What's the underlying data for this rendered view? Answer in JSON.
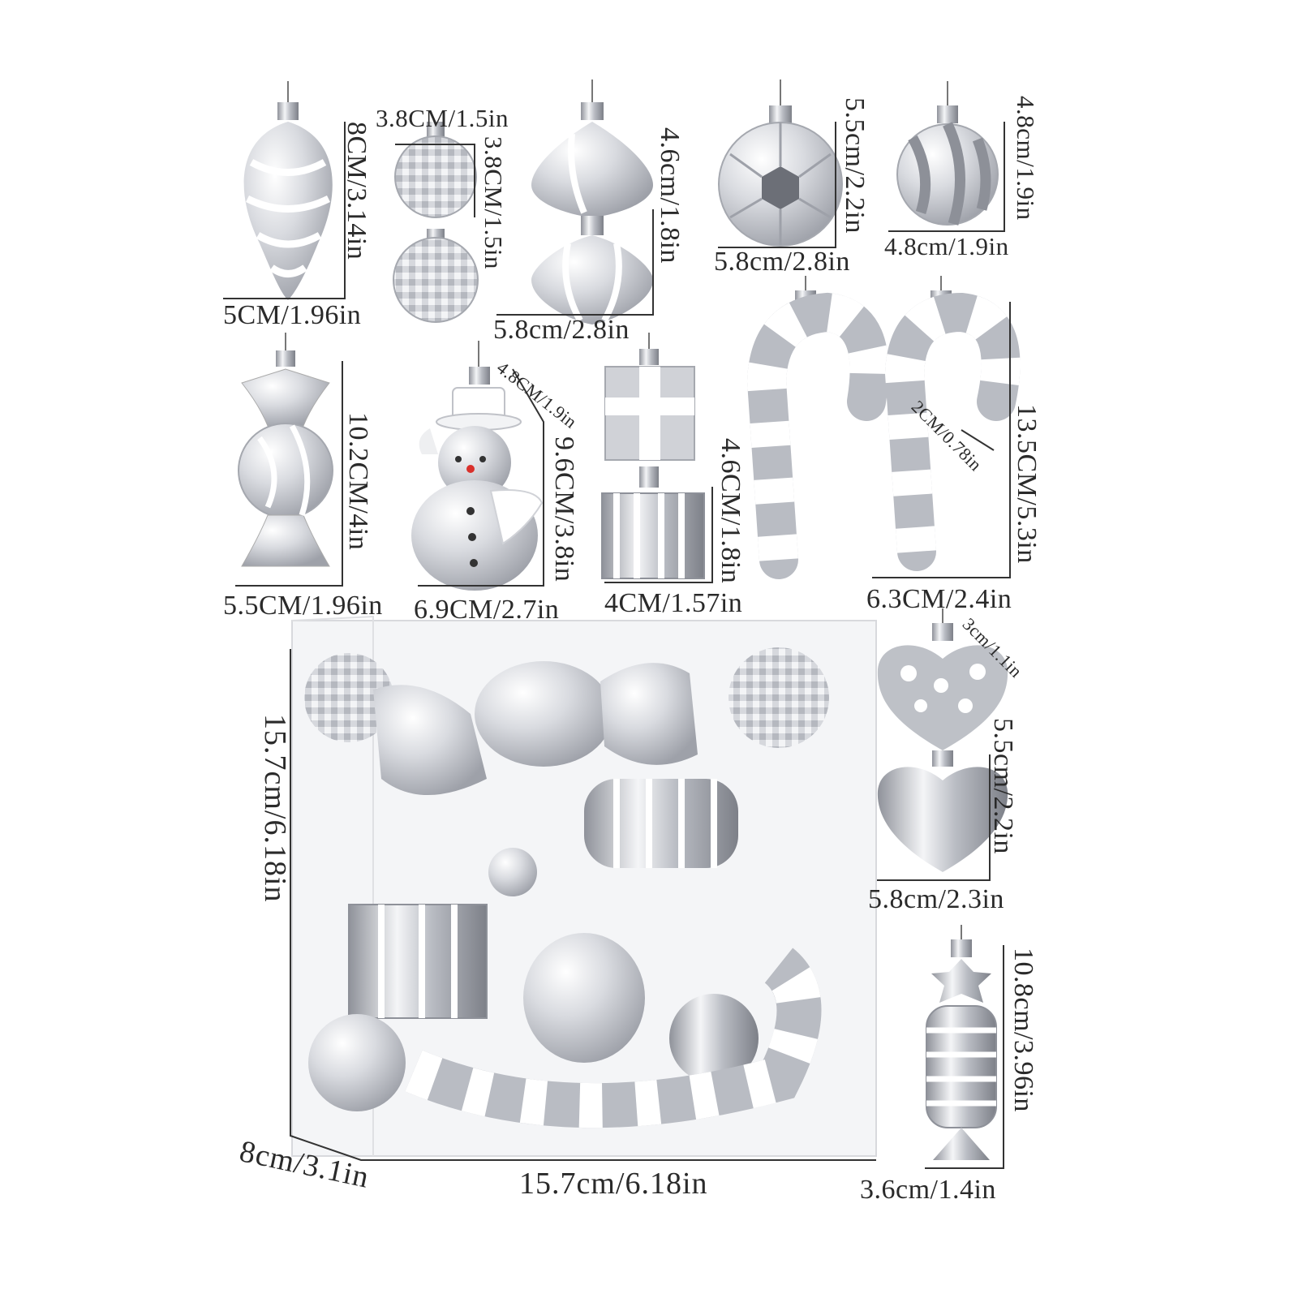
{
  "palette": {
    "silver": "#c7c9cf",
    "silver_dark": "#8e9199",
    "white": "#ffffff",
    "line": "#333333"
  },
  "labels": {
    "pinecone_h": "8CM/3.14in",
    "pinecone_w": "5CM/1.96in",
    "disco_w": "3.8CM/1.5in",
    "disco_h": "3.8CM/1.5in",
    "onion_h": "4.6cm/1.8in",
    "onion_w": "5.8cm/2.8in",
    "facet_h": "5.5cm/2.2in",
    "facet_w": "5.8cm/2.8in",
    "stripe_h": "4.8cm/1.9in",
    "stripe_w": "4.8cm/1.9in",
    "candy_h": "10.2CM/4in",
    "candy_w": "5.5CM/1.96in",
    "snowman_d": "4.8CM/1.9in",
    "snowman_h": "9.6CM/3.8in",
    "snowman_w": "6.9CM/2.7in",
    "gift_h": "4.6CM/1.8in",
    "gift_w": "4CM/1.57in",
    "cane_d": "2CM/0.78in",
    "cane_h": "13.5CM/5.3in",
    "cane_w": "6.3CM/2.4in",
    "heart_d": "3cm/1.1in",
    "heart_h": "5.5cm/2.2in",
    "heart_w": "5.8cm/2.3in",
    "sweet_h": "10.8cm/3.96in",
    "sweet_w": "3.6cm/1.4in",
    "box_h": "15.7cm/6.18in",
    "box_d": "8cm/3.1in",
    "box_w": "15.7cm/6.18in"
  }
}
